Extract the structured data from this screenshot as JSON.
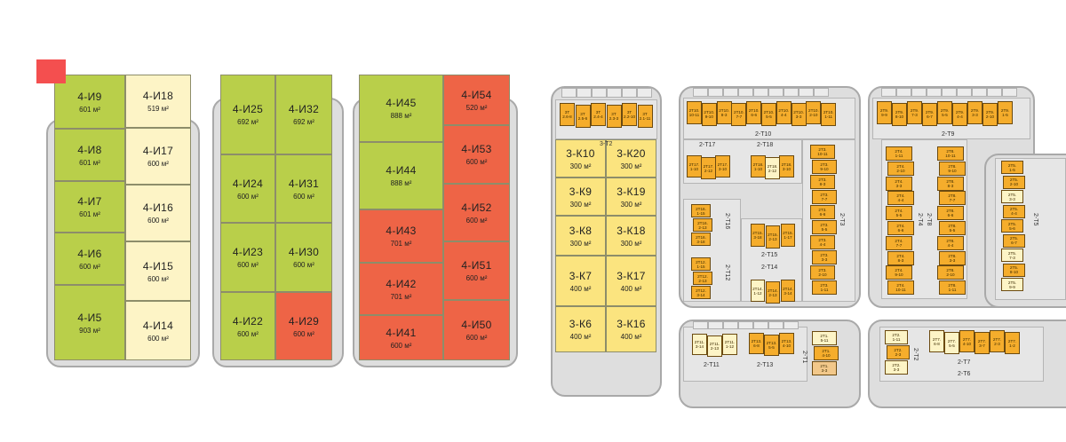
{
  "colors": {
    "sold": "#b9cf4a",
    "available": "#fdf4c6",
    "reserved": "#ee6446",
    "standard": "#fbe47f",
    "townhouse": "#f5ad2c",
    "marker": "#f44f4f"
  },
  "area_unit": "м²",
  "blocks": {
    "b1": [
      {
        "name": "4-И9",
        "area": "601 м²",
        "status": "green"
      },
      {
        "name": "4-И8",
        "area": "601 м²",
        "status": "green"
      },
      {
        "name": "4-И7",
        "area": "601 м²",
        "status": "green"
      },
      {
        "name": "4-И6",
        "area": "600 м²",
        "status": "green"
      },
      {
        "name": "4-И5",
        "area": "903 м²",
        "status": "green"
      },
      {
        "name": "4-И18",
        "area": "519 м²",
        "status": "cream"
      },
      {
        "name": "4-И17",
        "area": "600 м²",
        "status": "cream"
      },
      {
        "name": "4-И16",
        "area": "600 м²",
        "status": "cream"
      },
      {
        "name": "4-И15",
        "area": "600 м²",
        "status": "cream"
      },
      {
        "name": "4-И14",
        "area": "600 м²",
        "status": "cream"
      }
    ],
    "b2": [
      {
        "name": "4-И25",
        "area": "692 м²",
        "status": "green"
      },
      {
        "name": "4-И24",
        "area": "600 м²",
        "status": "green"
      },
      {
        "name": "4-И23",
        "area": "600 м²",
        "status": "green"
      },
      {
        "name": "4-И22",
        "area": "600 м²",
        "status": "green"
      },
      {
        "name": "4-И32",
        "area": "692 м²",
        "status": "green"
      },
      {
        "name": "4-И31",
        "area": "600 м²",
        "status": "green"
      },
      {
        "name": "4-И30",
        "area": "600 м²",
        "status": "green"
      },
      {
        "name": "4-И29",
        "area": "600 м²",
        "status": "red"
      }
    ],
    "b3": [
      {
        "name": "4-И45",
        "area": "888 м²",
        "status": "green"
      },
      {
        "name": "4-И44",
        "area": "888 м²",
        "status": "green"
      },
      {
        "name": "4-И43",
        "area": "701 м²",
        "status": "red"
      },
      {
        "name": "4-И42",
        "area": "701 м²",
        "status": "red"
      },
      {
        "name": "4-И41",
        "area": "600 м²",
        "status": "red"
      },
      {
        "name": "4-И54",
        "area": "520 м²",
        "status": "red"
      },
      {
        "name": "4-И53",
        "area": "600 м²",
        "status": "red"
      },
      {
        "name": "4-И52",
        "area": "600 м²",
        "status": "red"
      },
      {
        "name": "4-И51",
        "area": "600 м²",
        "status": "red"
      },
      {
        "name": "4-И50",
        "area": "600 м²",
        "status": "red"
      }
    ],
    "b4": [
      {
        "name": "3-К10",
        "area": "300 м²",
        "status": "yellow"
      },
      {
        "name": "3-К9",
        "area": "300 м²",
        "status": "yellow"
      },
      {
        "name": "3-К8",
        "area": "300 м²",
        "status": "yellow"
      },
      {
        "name": "3-К7",
        "area": "400 м²",
        "status": "yellow"
      },
      {
        "name": "3-К6",
        "area": "400 м²",
        "status": "yellow"
      },
      {
        "name": "3-К20",
        "area": "300 м²",
        "status": "yellow"
      },
      {
        "name": "3-К19",
        "area": "300 м²",
        "status": "yellow"
      },
      {
        "name": "3-К18",
        "area": "300 м²",
        "status": "yellow"
      },
      {
        "name": "3-К17",
        "area": "400 м²",
        "status": "yellow"
      },
      {
        "name": "3-К16",
        "area": "400 м²",
        "status": "yellow"
      }
    ]
  },
  "townhouse_groups": {
    "t2": {
      "label": "3-Т2",
      "units": [
        [
          "3Т\n2.6-8",
          "orange"
        ],
        [
          "3Т\n2.5-6",
          "orange"
        ],
        [
          "3Т\n2.4-4",
          "orange"
        ],
        [
          "3Т\n2.3-3",
          "orange"
        ],
        [
          "3Т\n2.2-10",
          "orange"
        ],
        [
          "3Т\n2.1-11",
          "orange"
        ]
      ]
    },
    "t10": {
      "label": "2-Т10",
      "units": [
        [
          "2Т10.\n10-11",
          "orange"
        ],
        [
          "2Т10.\n9-10",
          "orange"
        ],
        [
          "2Т10.\n8-3",
          "orange"
        ],
        [
          "2Т10.\n7-7",
          "orange"
        ],
        [
          "2Т10.\n6-6",
          "orange"
        ],
        [
          "2Т10.\n5-5",
          "orange"
        ],
        [
          "2Т10.\n4-4",
          "orange"
        ],
        [
          "2Т10.\n3-3",
          "orange"
        ],
        [
          "2Т10.\n2-10",
          "orange"
        ],
        [
          "2Т10.\n1-11",
          "orange"
        ]
      ]
    },
    "t17": {
      "label": "2-Т17",
      "units": [
        [
          "2Т17.\n1-10",
          "orange"
        ],
        [
          "2Т17.\n2-12",
          "orange"
        ],
        [
          "2Т17.\n3-10",
          "orange"
        ]
      ]
    },
    "t18": {
      "label": "2-Т18",
      "units": [
        [
          "2Т18.\n1-10",
          "orange"
        ],
        [
          "2Т18.\n2-12",
          "cream"
        ],
        [
          "2Т18.\n3-10",
          "orange"
        ]
      ]
    },
    "t3": {
      "label": "2-Т3",
      "units": [
        [
          "2Т3.\n10-11",
          "orange"
        ],
        [
          "2Т3.\n9-10",
          "orange"
        ],
        [
          "2Т3.\n8-3",
          "orange"
        ],
        [
          "2Т3.\n7-7",
          "orange"
        ],
        [
          "2Т3.\n6-6",
          "orange"
        ],
        [
          "2Т3.\n5-5",
          "orange"
        ],
        [
          "2Т3.\n4-4",
          "orange"
        ],
        [
          "2Т3.\n3-3",
          "orange"
        ],
        [
          "2Т3.\n2-10",
          "orange"
        ],
        [
          "2Т3.\n1-11",
          "orange"
        ]
      ]
    },
    "t16": {
      "label": "2-Т16",
      "units": [
        [
          "2Т16.\n1-15",
          "orange"
        ],
        [
          "2Т16.\n2-13",
          "orange"
        ],
        [
          "2Т16.\n3-18",
          "orange"
        ]
      ]
    },
    "t12": {
      "label": "2-Т12",
      "units": [
        [
          "2Т12.\n1-15",
          "orange"
        ],
        [
          "2Т12.\n2-13",
          "orange"
        ],
        [
          "2Т12.\n3-14",
          "orange"
        ]
      ]
    },
    "t15": {
      "label": "2-Т15",
      "units": [
        [
          "2Т15.\n3-18",
          "orange"
        ],
        [
          "2Т15.\n2-13",
          "orange"
        ],
        [
          "2Т15.\n1-17",
          "orange"
        ]
      ]
    },
    "t14": {
      "label": "2-Т14",
      "units": [
        [
          "2Т14.\n1-12",
          "cream"
        ],
        [
          "2Т14.\n2-13",
          "orange"
        ],
        [
          "2Т14.\n3-14",
          "orange"
        ]
      ]
    },
    "t9": {
      "label": "2-Т9",
      "units": [
        [
          "2Т9.\n9-9",
          "orange"
        ],
        [
          "2Т9.\n8-10",
          "orange"
        ],
        [
          "2Т9.\n7-3",
          "orange"
        ],
        [
          "2Т9.\n6-7",
          "orange"
        ],
        [
          "2Т9.\n5-5",
          "orange"
        ],
        [
          "2Т9.\n4-4",
          "orange"
        ],
        [
          "2Т9.\n3-3",
          "orange"
        ],
        [
          "2Т9.\n2-10",
          "orange"
        ],
        [
          "2Т9.\n1-5",
          "orange"
        ]
      ]
    },
    "t4": {
      "label": "2-Т4",
      "units": [
        [
          "2Т4.\n1-11",
          "orange"
        ],
        [
          "2Т4.\n2-10",
          "orange"
        ],
        [
          "2Т4.\n3-3",
          "orange"
        ],
        [
          "2Т4.\n4-4",
          "orange"
        ],
        [
          "2Т4.\n5-5",
          "orange"
        ],
        [
          "2Т4.\n6-6",
          "orange"
        ],
        [
          "2Т4.\n7-7",
          "orange"
        ],
        [
          "2Т4.\n8-3",
          "orange"
        ],
        [
          "2Т4.\n9-10",
          "orange"
        ],
        [
          "2Т4.\n10-11",
          "orange"
        ]
      ]
    },
    "t8": {
      "label": "2-Т8",
      "units": [
        [
          "2Т8.\n10-11",
          "orange"
        ],
        [
          "2Т8.\n9-10",
          "orange"
        ],
        [
          "2Т8.\n8-3",
          "orange"
        ],
        [
          "2Т8.\n7-7",
          "orange"
        ],
        [
          "2Т8.\n6-6",
          "orange"
        ],
        [
          "2Т8.\n5-5",
          "orange"
        ],
        [
          "2Т8.\n4-4",
          "orange"
        ],
        [
          "2Т8.\n3-3",
          "orange"
        ],
        [
          "2Т8.\n2-10",
          "orange"
        ],
        [
          "2Т8.\n1-11",
          "orange"
        ]
      ]
    },
    "t5": {
      "label": "2-Т5",
      "units": [
        [
          "2Т5.\n1-5",
          "orange"
        ],
        [
          "2Т5.\n2-10",
          "orange"
        ],
        [
          "2Т5.\n3-3",
          "cream"
        ],
        [
          "2Т5.\n4-4",
          "orange"
        ],
        [
          "2Т5.\n5-6",
          "orange"
        ],
        [
          "2Т5.\n6-7",
          "orange"
        ],
        [
          "2Т5.\n7-3",
          "cream"
        ],
        [
          "2Т5.\n8-10",
          "orange"
        ],
        [
          "2Т5.\n9-9",
          "cream"
        ]
      ]
    },
    "t11": {
      "label": "2-Т11",
      "units": [
        [
          "2Т11.\n3-14",
          "cream"
        ],
        [
          "2Т11.\n2-13",
          "cream"
        ],
        [
          "2Т11.\n1-12",
          "cream"
        ]
      ]
    },
    "t13": {
      "label": "2-Т13",
      "units": [
        [
          "2Т13.\n6-8",
          "orange"
        ],
        [
          "2Т13.\n5-5",
          "orange"
        ],
        [
          "2Т13.\n4-10",
          "orange"
        ]
      ]
    },
    "t1": {
      "label": "2-Т1",
      "units": [
        [
          "2Т1.\n5-11",
          "cream"
        ],
        [
          "2Т1.\n4-10",
          "orange"
        ],
        [
          "2Т1.\n3-3",
          "light"
        ]
      ]
    },
    "t2b": {
      "label": "2-Т2",
      "units": [
        [
          "2Т2.\n1-11",
          "cream"
        ],
        [
          "2Т2.\n2-3",
          "orange"
        ],
        [
          "2Т2.\n3-3",
          "cream"
        ]
      ]
    },
    "t7": {
      "label": "2-Т7",
      "units": [
        [
          "2Т7.\n6-8",
          "cream"
        ],
        [
          "2Т7.\n5-5",
          "cream"
        ],
        [
          "2Т7.\n4-10",
          "orange"
        ],
        [
          "2Т7.\n3-7",
          "orange"
        ],
        [
          "2Т7.\n2-3",
          "orange"
        ],
        [
          "2Т7.\n1-2",
          "orange"
        ]
      ]
    },
    "t6": {
      "label": "2-Т6",
      "units": []
    }
  }
}
